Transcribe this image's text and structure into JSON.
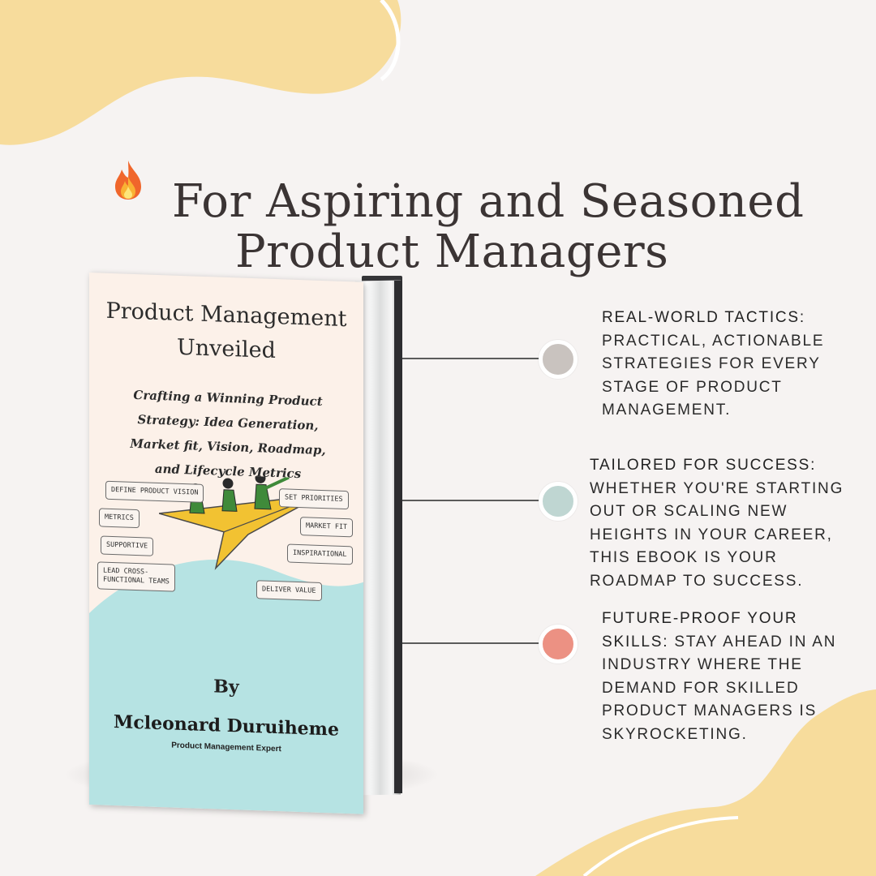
{
  "headline": {
    "line1": "For Aspiring and Seasoned",
    "line2": "Product Managers",
    "emoji": "fire-icon"
  },
  "book": {
    "title_line1": "Product Management",
    "title_line2": "Unveiled",
    "subtitle": "Crafting a Winning Product Strategy: Idea Generation, Market fit, Vision, Roadmap, and Lifecycle Metrics",
    "tags": {
      "define_vision": "DEFINE PRODUCT VISION",
      "set_priorities": "SET PRIORITIES",
      "metrics": "METRICS",
      "market_fit": "MARKET FIT",
      "supportive": "SUPPORTIVE",
      "inspirational": "INSPIRATIONAL",
      "lead_teams_1": "LEAD CROSS-",
      "lead_teams_2": "FUNCTIONAL TEAMS",
      "deliver_value": "DELIVER VALUE"
    },
    "by": "By",
    "author": "Mcleonard Duruiheme",
    "role": "Product Management Expert"
  },
  "features": [
    {
      "heading": "Real-World Tactics:",
      "body": "Practical, actionable strategies for every stage of product management.",
      "dot_color": "#c9c3bf"
    },
    {
      "heading": "Tailored for Success:",
      "body": "Whether you're starting out or scaling new heights in your career, this eBook is your roadmap to success.",
      "dot_color": "#bfd6d2"
    },
    {
      "heading": "Future-Proof Your Skills:",
      "body": "Stay ahead in an industry where the demand for skilled product managers is skyrocketing.",
      "dot_color": "#ec9183"
    }
  ],
  "colors": {
    "background": "#f6f3f2",
    "blob": "#f7dc9c",
    "cover_cream": "#fcf1e9",
    "cover_teal": "#b6e3e3",
    "plane": "#f2c232",
    "figure_green": "#3f8a3a"
  }
}
